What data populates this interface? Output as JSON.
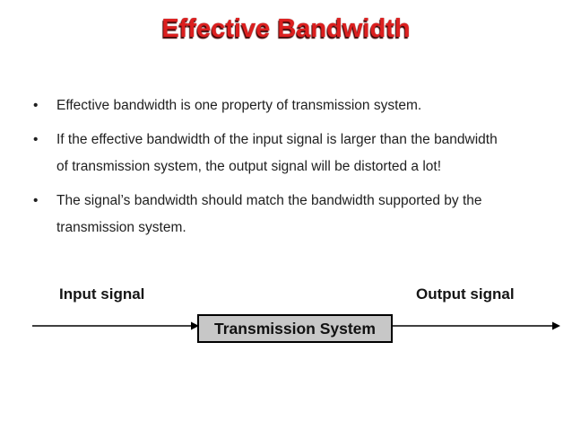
{
  "slide": {
    "title": "Effective Bandwidth",
    "bullet_glyph": "•",
    "bullets": [
      {
        "lines": [
          "Effective bandwidth is one property of transmission system."
        ]
      },
      {
        "lines": [
          "If the effective bandwidth of the input signal is larger than the bandwidth",
          "of transmission system, the output signal will be distorted a lot!"
        ]
      },
      {
        "lines": [
          "The signal’s bandwidth should match the bandwidth supported by the",
          "transmission system."
        ]
      }
    ],
    "diagram": {
      "input_label": "Input signal",
      "output_label": "Output signal",
      "box_label": "Transmission System"
    },
    "colors": {
      "title_red": "#dc1f1f",
      "title_shadow": "#420505",
      "body_text": "#1f1f1f",
      "box_fill": "#c7c7c7",
      "box_border": "#000000",
      "arrow": "#000000"
    }
  }
}
